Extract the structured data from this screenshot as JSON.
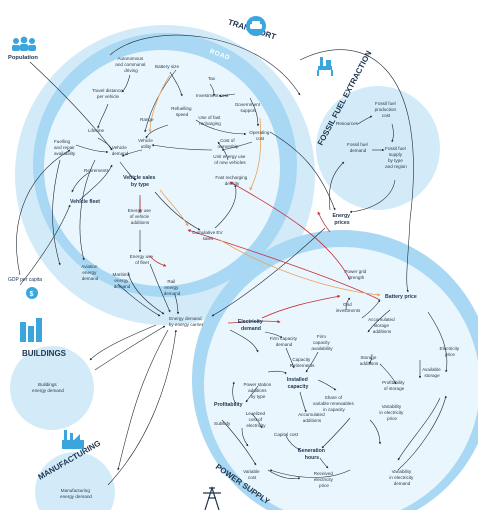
{
  "sections": {
    "transport": "TRANSPORT",
    "road": "ROAD",
    "fossil_fuel_extraction": "FOSSIL FUEL EXTRACTION",
    "buildings": "BUILDINGS",
    "manufacturing": "MANUFACTURING",
    "power_supply": "POWER SUPPLY"
  },
  "external": {
    "population": "Population",
    "gdp_per_capita": "GDP per capita"
  },
  "transport_nodes": {
    "autonomous": [
      "Autonomous",
      "and communal",
      "driving"
    ],
    "battery_size": "Battery size",
    "tax": "Tax",
    "investment_cost": "Investment cost",
    "travel_distance": [
      "Travel distance",
      "per vehicle"
    ],
    "refuelling_speed": [
      "Refuelling",
      "speed"
    ],
    "use_fast_recharging": [
      "Use of fast",
      "recharging"
    ],
    "government_support": [
      "Government",
      "support"
    ],
    "lifetime": "Lifetime",
    "range": "Range",
    "operating_cost": [
      "Operating",
      "cost"
    ],
    "fuelling_repair": [
      "Fuelling",
      "and repair",
      "availability"
    ],
    "vehicle_demand": [
      "Vehicle",
      "demand"
    ],
    "vehicle_utility": [
      "Vehicle",
      "utility"
    ],
    "cost_of_ownership": [
      "Cost of",
      "ownership"
    ],
    "unit_energy_use": [
      "Unit energy use",
      "of new vehicles"
    ],
    "retirements": "Retirements",
    "vehicle_sales": [
      "Vehicle sales",
      "by type"
    ],
    "fast_recharging_density": [
      "Fast recharging",
      "density"
    ],
    "vehicle_fleet": "Vehicle fleet",
    "energy_use_vehicle_additions": [
      "Energy use",
      "of vehicle",
      "additions"
    ],
    "cumulative_ev_sales": [
      "Cumulative EV",
      "sales"
    ],
    "energy_use_fleet": [
      "Energy use",
      "of fleet"
    ],
    "aviation": [
      "Aviation",
      "energy",
      "demand"
    ],
    "maritime": [
      "Maritime",
      "energy",
      "demand"
    ],
    "rail": [
      "Rail",
      "energy",
      "demand"
    ]
  },
  "fossil_nodes": {
    "resources": "Resources",
    "ff_production_cost": [
      "Fossil fuel",
      "production",
      "cost"
    ],
    "ff_demand": [
      "Fossil fuel",
      "demand"
    ],
    "ff_supply": [
      "Fossil fuel",
      "supply",
      "by type",
      "and region"
    ]
  },
  "middle_nodes": {
    "energy_prices": [
      "Energy",
      "prices"
    ],
    "energy_demand_by_carrier": [
      "Energy demand",
      "by energy carrier"
    ]
  },
  "buildings_nodes": {
    "buildings_energy_demand": [
      "Buildings",
      "energy demand"
    ]
  },
  "manufacturing_nodes": {
    "manufacturing_energy_demand": [
      "Manufacturing",
      "energy demand"
    ]
  },
  "power_nodes": {
    "power_grid_strength": [
      "Power grid",
      "strength"
    ],
    "grid_investments": [
      "Grid",
      "investments"
    ],
    "battery_price": "Battery price",
    "electricity_demand": [
      "Electricity",
      "demand"
    ],
    "firm_capacity_demand": [
      "Firm capacity",
      "demand"
    ],
    "firm_capacity_availability": [
      "Firm",
      "capacity",
      "availability"
    ],
    "accumulated_storage_additions": [
      "Accumulated",
      "storage",
      "additions"
    ],
    "electricity_price": [
      "Electricity",
      "price"
    ],
    "capacity_retirements": [
      "Capacity",
      "Retirements"
    ],
    "storage_additions": [
      "Storage",
      "additions"
    ],
    "installed_capacity": [
      "Installed",
      "capacity"
    ],
    "power_station_additions": [
      "Power station",
      "additions",
      "by type"
    ],
    "profitability_storage": [
      "Profitability",
      "of storage"
    ],
    "available_storage": [
      "Available",
      "storage"
    ],
    "profitability": "Profitability",
    "share_variable_renewables": [
      "Share of",
      "variable renewables",
      "in capacity"
    ],
    "accumulated_additions": [
      "Accumulated",
      "additions"
    ],
    "variability_electricity_price": [
      "Variability",
      "in electricity",
      "price"
    ],
    "subsidy": "Subsidy",
    "levelized_cost": [
      "Levelized",
      "cost of",
      "electricity"
    ],
    "capital_cost": "Capital cost",
    "generation_hours": [
      "Generation",
      "hours"
    ],
    "variable_cost": [
      "Variable",
      "cost"
    ],
    "received_electricity_price": [
      "Received",
      "electricity",
      "price"
    ],
    "variability_electricity_demand": [
      "Variability",
      "in electricity",
      "demand"
    ]
  },
  "colors": {
    "outer_circle": "#d3ebf8",
    "road_circle": "#a8d8f3",
    "inner_circle": "#eaf6fd",
    "title_dark": "#1e3550",
    "icon_blue": "#3aa6dd",
    "arrow_dark": "#1f2a36",
    "arrow_red": "#c8303a",
    "arrow_orange": "#e8a25a"
  }
}
